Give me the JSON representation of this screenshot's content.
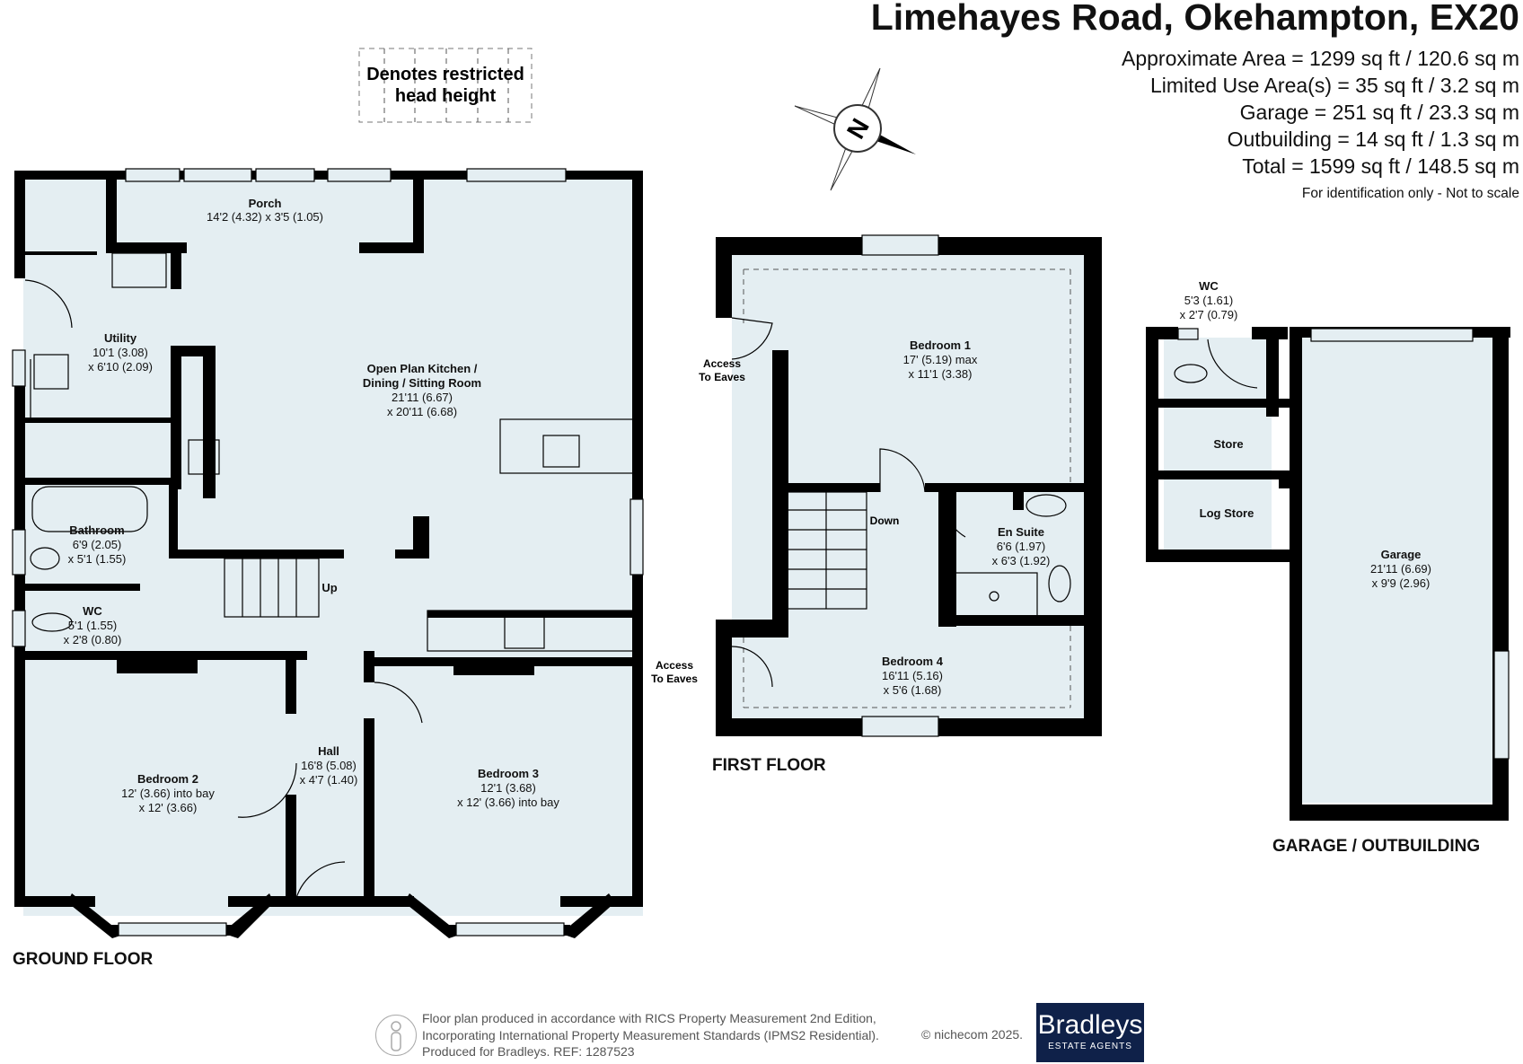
{
  "header": {
    "title": "Limehayes Road, Okehampton, EX20",
    "areas": [
      "Approximate Area = 1299 sq ft / 120.6 sq m",
      "Limited Use Area(s) = 35 sq ft / 3.2 sq m",
      "Garage = 251 sq ft / 23.3 sq m",
      "Outbuilding = 14 sq ft / 1.3 sq m",
      "Total = 1599 sq ft / 148.5 sq m"
    ],
    "note": "For identification only - Not to scale"
  },
  "legend": {
    "line1": "Denotes restricted",
    "line2": "head height"
  },
  "compass": {
    "letter": "N"
  },
  "floors": {
    "ground": "GROUND FLOOR",
    "first": "FIRST FLOOR",
    "garage": "GARAGE / OUTBUILDING"
  },
  "rooms": {
    "porch": {
      "name": "Porch",
      "dims": [
        "14'2 (4.32) x 3'5 (1.05)"
      ]
    },
    "utility": {
      "name": "Utility",
      "dims": [
        "10'1 (3.08)",
        "x 6'10 (2.09)"
      ]
    },
    "kitchen": {
      "name": [
        "Open Plan Kitchen /",
        "Dining / Sitting Room"
      ],
      "dims": [
        "21'11 (6.67)",
        "x 20'11 (6.68)"
      ]
    },
    "bathroom": {
      "name": "Bathroom",
      "dims": [
        "6'9 (2.05)",
        "x 5'1 (1.55)"
      ]
    },
    "wc_ground": {
      "name": "WC",
      "dims": [
        "5'1 (1.55)",
        "x 2'8 (0.80)"
      ]
    },
    "hall": {
      "name": "Hall",
      "dims": [
        "16'8 (5.08)",
        "x 4'7 (1.40)"
      ]
    },
    "bedroom2": {
      "name": "Bedroom 2",
      "dims": [
        "12' (3.66) into bay",
        "x 12' (3.66)"
      ]
    },
    "bedroom3": {
      "name": "Bedroom 3",
      "dims": [
        "12'1 (3.68)",
        "x 12' (3.66) into bay"
      ]
    },
    "up": "Up",
    "bedroom1": {
      "name": "Bedroom 1",
      "dims": [
        "17' (5.19) max",
        "x 11'1 (3.38)"
      ]
    },
    "ensuite": {
      "name": "En Suite",
      "dims": [
        "6'6 (1.97)",
        "x 6'3 (1.92)"
      ]
    },
    "bedroom4": {
      "name": "Bedroom 4",
      "dims": [
        "16'11 (5.16)",
        "x 5'6 (1.68)"
      ]
    },
    "down": "Down",
    "eaves": [
      "Access",
      "To Eaves"
    ],
    "wc_garage": {
      "name": "WC",
      "dims": [
        "5'3 (1.61)",
        "x 2'7 (0.79)"
      ]
    },
    "store": {
      "name": "Store"
    },
    "logstore": {
      "name": "Log Store"
    },
    "garage": {
      "name": "Garage",
      "dims": [
        "21'11 (6.69)",
        "x 9'9 (2.96)"
      ]
    }
  },
  "footer": {
    "lines": [
      "Floor plan produced in accordance with RICS Property Measurement 2nd Edition,",
      "Incorporating International Property Measurement Standards (IPMS2 Residential).",
      "Produced for Bradleys.   REF:  1287523"
    ],
    "copyright": "© nichecom 2025.",
    "logo": "Bradleys",
    "logo_sub": "ESTATE AGENTS"
  },
  "colors": {
    "wall": "#000000",
    "floor": "#e4eef2"
  }
}
